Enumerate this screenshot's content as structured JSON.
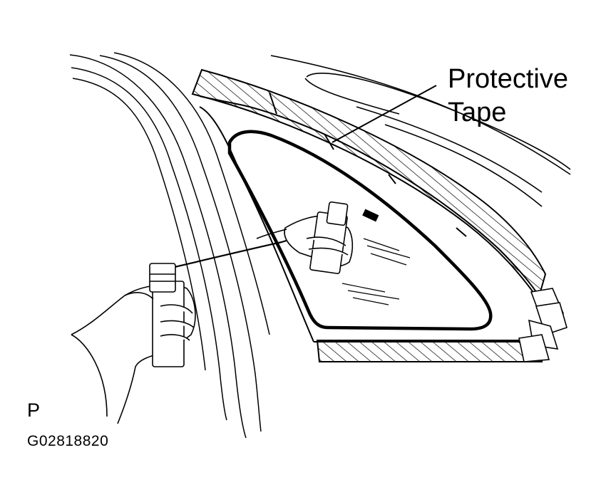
{
  "labels": {
    "callout_line1": "Protective",
    "callout_line2": "Tape",
    "view_letter": "P",
    "figure_code": "G02818820"
  },
  "style": {
    "ink": "#000000",
    "paper": "#ffffff"
  }
}
